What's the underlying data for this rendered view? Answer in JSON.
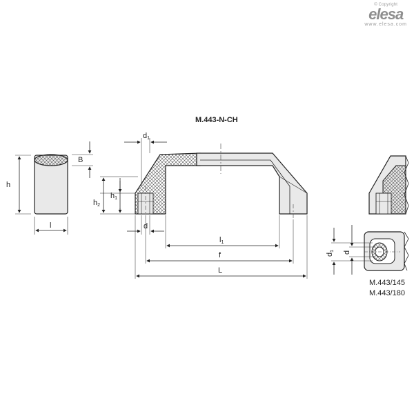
{
  "brand": {
    "copyright": "© Copyright",
    "logo": "elesa",
    "url": "www.elesa.com"
  },
  "title": "M.443-N-CH",
  "variants": [
    "M.443/145",
    "M.443/180"
  ],
  "dimensions": {
    "h": "h",
    "B": "B",
    "l": "l",
    "d1": "d",
    "d1_sub": "1",
    "h1": "h",
    "h1_sub": "1",
    "h2": "h",
    "h2_sub": "2",
    "d": "d",
    "l1": "l",
    "l1_sub": "1",
    "f": "f",
    "L": "L"
  },
  "colors": {
    "line": "#222222",
    "fill": "#e9e9e9",
    "hatch": "#555555",
    "thin": "#333333"
  }
}
